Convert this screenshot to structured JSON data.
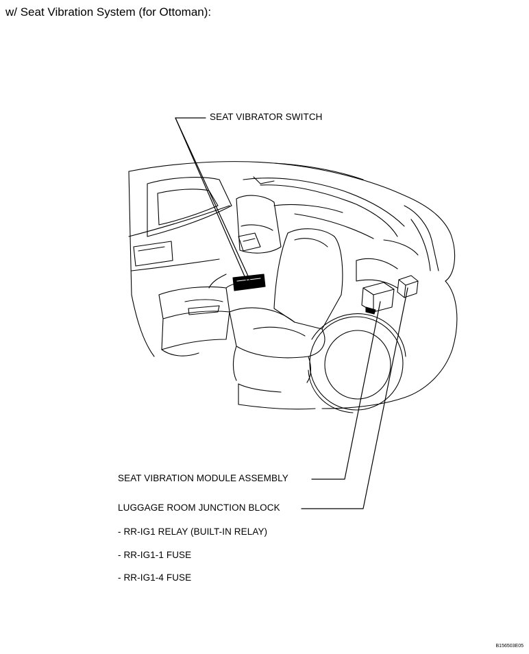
{
  "title": "w/ Seat Vibration System (for Ottoman):",
  "labels": {
    "switch": "SEAT VIBRATOR SWITCH",
    "module": "SEAT VIBRATION MODULE ASSEMBLY",
    "junction": "LUGGAGE ROOM JUNCTION BLOCK",
    "relay": "- RR-IG1 RELAY (BUILT-IN RELAY)",
    "fuse1": "- RR-IG1-1 FUSE",
    "fuse4": "- RR-IG1-4 FUSE"
  },
  "figure_code": "B156503E05"
}
